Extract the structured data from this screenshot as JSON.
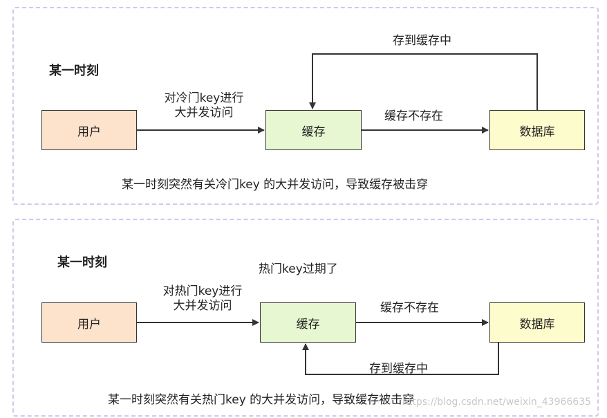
{
  "panel1": {
    "title": "某一时刻",
    "user": "用户",
    "cache": "缓存",
    "db": "数据库",
    "user_to_cache": "对冷门key进行\n大并发访问",
    "cache_to_db": "缓存不存在",
    "db_to_cache": "存到缓存中",
    "caption": "某一时刻突然有关冷门key 的大并发访问，导致缓存被击穿"
  },
  "panel2": {
    "title": "某一时刻",
    "expired": "热门key过期了",
    "user": "用户",
    "cache": "缓存",
    "db": "数据库",
    "user_to_cache": "对热门key进行\n大并发访问",
    "cache_to_db": "缓存不存在",
    "db_to_cache": "存到缓存中",
    "caption": "某一时刻突然有关热门key 的大并发访问，导致缓存被击穿"
  },
  "watermark": "https://blog.csdn.net/weixin_43966635"
}
